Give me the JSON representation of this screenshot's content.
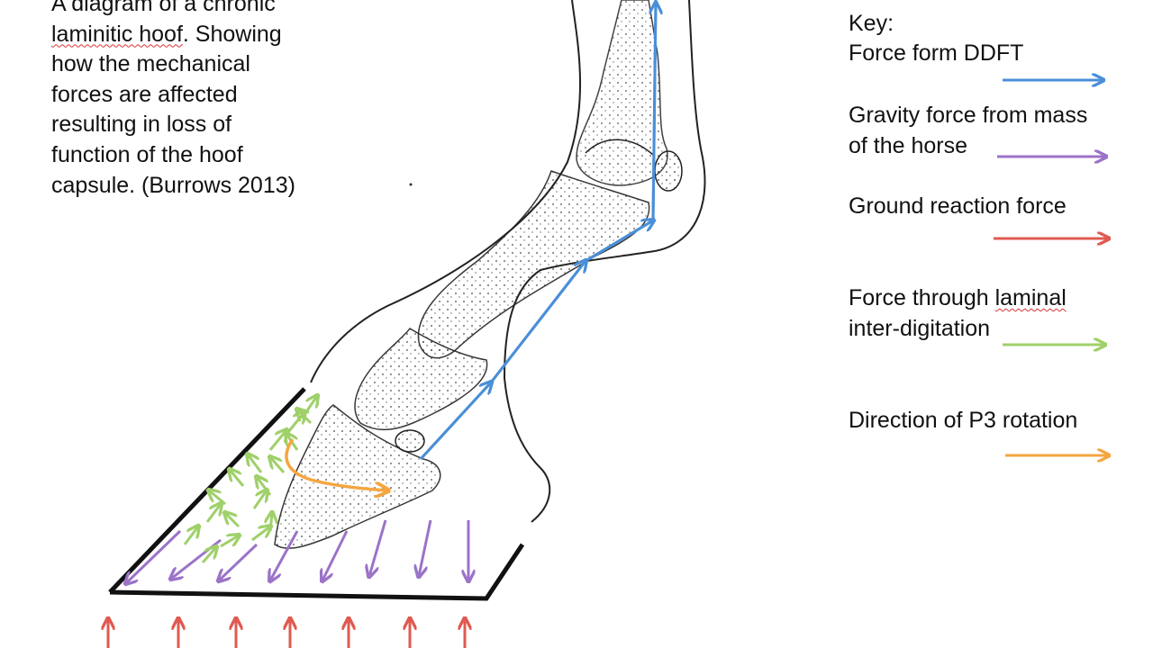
{
  "caption": {
    "line1": "A diagram of a chronic",
    "line2a": "laminitic hoof",
    "line2b": ". Showing",
    "line3": "how the mechanical",
    "line4": "forces are affected",
    "line5": "resulting in loss of",
    "line6": "function of the hoof",
    "line7": "capsule. (Burrows 2013)"
  },
  "key": {
    "title": "Key:",
    "items": [
      {
        "label": "Force form DDFT",
        "color": "#4a8fd8"
      },
      {
        "label_line1": "Gravity force from mass",
        "label_line2": "of the horse",
        "color": "#9b73c8"
      },
      {
        "label": "Ground reaction force",
        "color": "#e05a50"
      },
      {
        "label_line1a": "Force through ",
        "label_line1b": "laminal",
        "label_line2": "inter-digitation",
        "color": "#9fd06a"
      },
      {
        "label": "Direction of P3 rotation",
        "color": "#f5a640"
      }
    ]
  },
  "colors": {
    "ddft": "#4a8fd8",
    "gravity": "#9b73c8",
    "ground": "#e05a50",
    "laminal": "#9fd06a",
    "rotation": "#f5a640"
  },
  "icons": [
    "hoof-outline",
    "bone-drawing",
    "arrow"
  ]
}
